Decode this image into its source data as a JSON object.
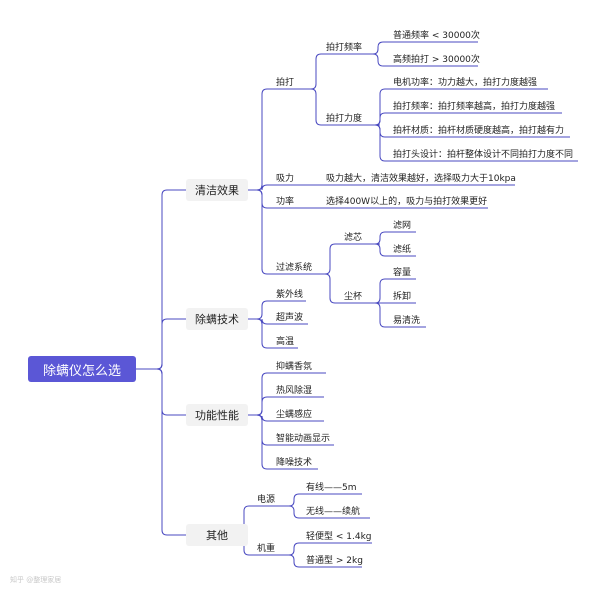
{
  "root": "除螨仪怎么选",
  "branches": {
    "cleaning": {
      "label": "清洁效果",
      "pat": "拍打",
      "pat_freq": "拍打频率",
      "pat_freq_items": [
        "普通频率 < 30000次",
        "高频拍打 > 30000次"
      ],
      "pat_force": "拍打力度",
      "pat_force_items": [
        "电机功率：功力越大，拍打力度越强",
        "拍打频率：拍打频率越高，拍打力度越强",
        "拍杆材质：拍杆材质硬度越高，拍打越有力",
        "拍打头设计：拍杆整体设计不同拍打力度不同"
      ],
      "suction": "吸力",
      "suction_desc": "吸力越大，清洁效果越好，选择吸力大于10kpa",
      "power": "功率",
      "power_desc": "选择400W以上的，吸力与拍打效果更好",
      "filter": "过滤系统",
      "filter_core": "滤芯",
      "filter_core_items": [
        "滤网",
        "滤纸"
      ],
      "dust_cup": "尘杯",
      "dust_cup_items": [
        "容量",
        "拆卸",
        "易清洗"
      ]
    },
    "mite_tech": {
      "label": "除螨技术",
      "items": [
        "紫外线",
        "超声波",
        "高温"
      ]
    },
    "features": {
      "label": "功能性能",
      "items": [
        "抑螨香氛",
        "热风除湿",
        "尘螨感应",
        "智能动画显示",
        "降噪技术"
      ]
    },
    "others": {
      "label": "其他",
      "power_source": "电源",
      "power_source_items": [
        "有线——5m",
        "无线——续航"
      ],
      "weight": "机重",
      "weight_items": [
        "轻便型 < 1.4kg",
        "普通型 > 2kg"
      ]
    }
  },
  "watermark": "知乎 @整理家居",
  "colors": {
    "root_bg": "#5b57d6",
    "line": "#4848c0",
    "branch_bg": "#f2f2f2"
  }
}
